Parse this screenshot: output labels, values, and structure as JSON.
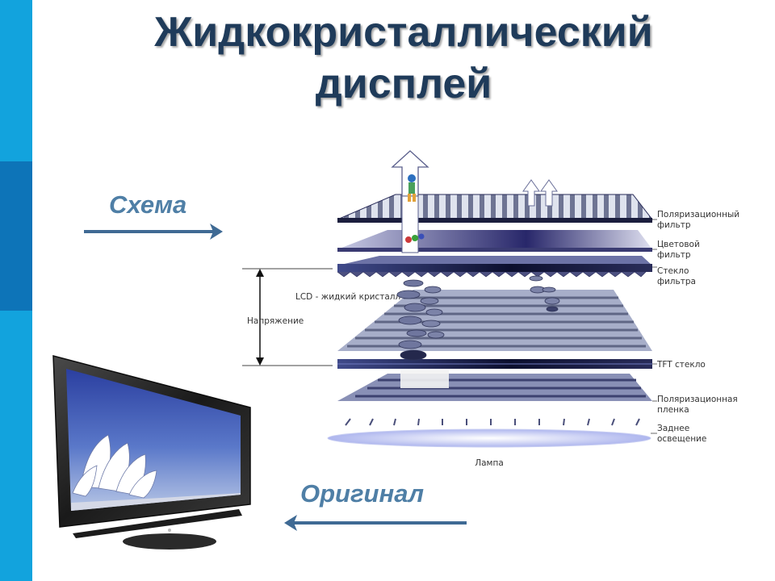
{
  "slide": {
    "title_line1": "Жидкокристаллический",
    "title_line2": "дисплей",
    "schema_label": "Схема",
    "original_label": "Оригинал"
  },
  "diagram": {
    "lcd_label": "LCD - жидкий кристалл",
    "voltage_label": "Напряжение",
    "layers": [
      "Поляризационный фильтр",
      "Цветовой фильтр",
      "Стекло фильтра",
      "TFT стекло",
      "Поляризационная пленка",
      "Заднее освещение"
    ],
    "layer_lines": [
      [
        "Поляризационный",
        "фильтр"
      ],
      [
        "Цветовой",
        "фильтр"
      ],
      [
        "Стекло",
        "фильтра"
      ],
      [
        "TFT стекло"
      ],
      [
        "Поляризационная",
        "пленка"
      ],
      [
        "Заднее",
        "освещение"
      ]
    ],
    "lamp_label": "Лампа"
  },
  "colors": {
    "accent_bar": "#12a3dd",
    "accent_bar_dark": "#0d74b8",
    "title": "#1f3b5a",
    "labels": "#4f7fa6"
  }
}
